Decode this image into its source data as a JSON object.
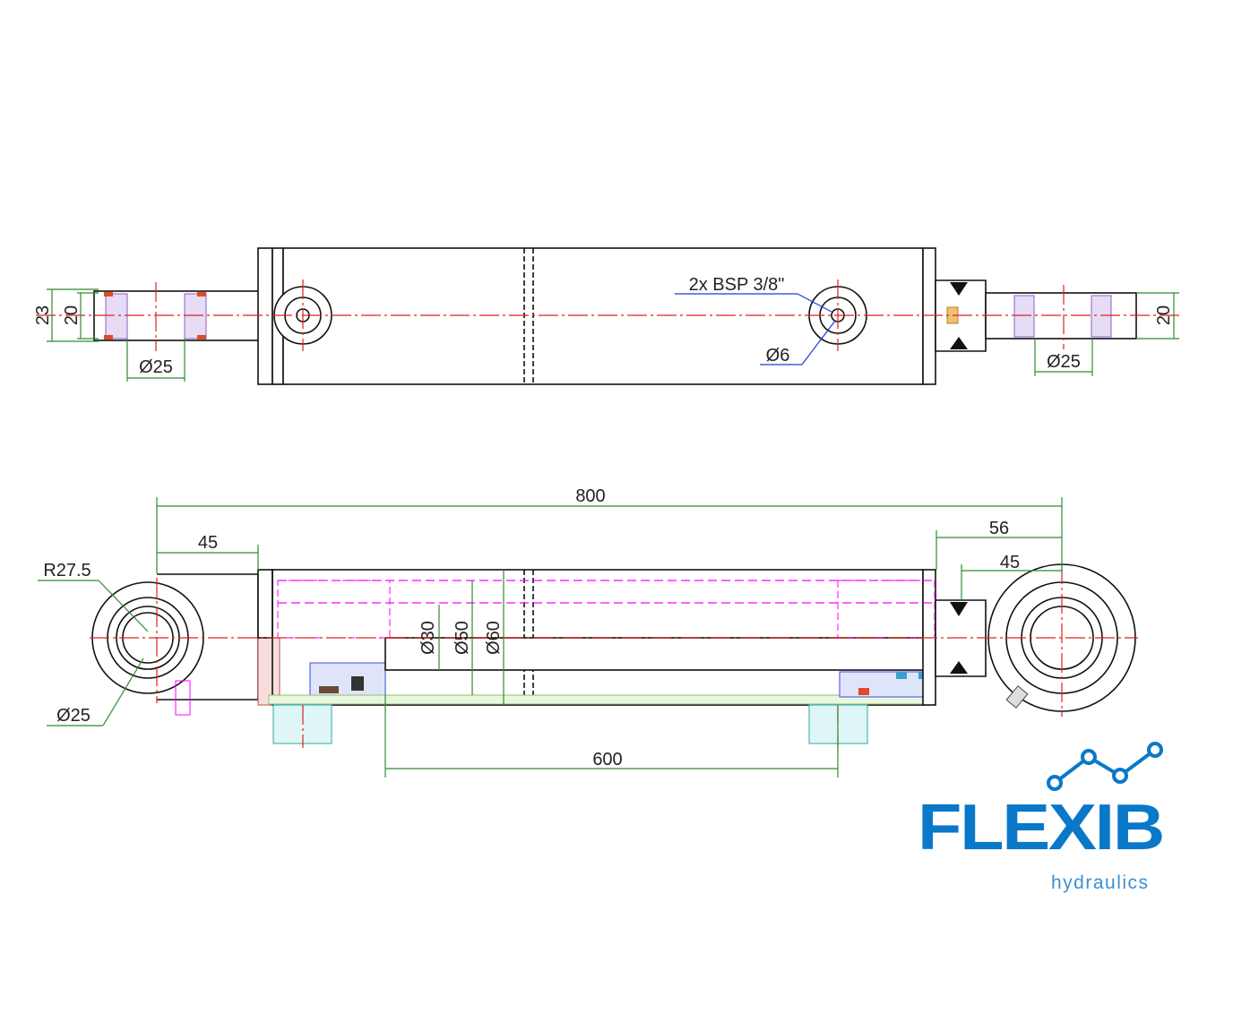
{
  "top_view": {
    "left_eye_width_23": "23",
    "left_eye_width_20": "20",
    "left_pin_diameter": "Ø25",
    "port_label": "2x BSP 3/8\"",
    "port_hole_diameter": "Ø6",
    "right_pin_diameter": "Ø25",
    "right_eye_width_20": "20"
  },
  "section_view": {
    "overall_length": "800",
    "left_eye_offset": "45",
    "right_offset_56": "56",
    "right_eye_offset": "45",
    "eye_radius": "R27.5",
    "eye_pin_diameter": "Ø25",
    "rod_diameter": "Ø30",
    "bore_diameter": "Ø50",
    "tube_outer_diameter": "Ø60",
    "stroke": "600"
  },
  "logo": {
    "brand": "FLEXIB",
    "tagline": "hydraulics",
    "color": "#0a78c8"
  }
}
